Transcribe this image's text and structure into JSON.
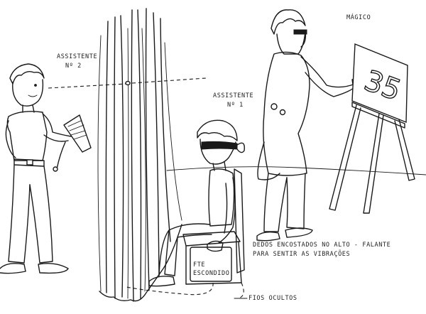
{
  "labels": {
    "magico": "MÁGICO",
    "assistente2_line1": "ASSISTENTE",
    "assistente2_line2": "Nº 2",
    "assistente1_line1": "ASSISTENTE",
    "assistente1_line2": "Nº 1",
    "dedos_line1": "DEDOS  ENCOSTADOS   NO  ALTO - FALANTE",
    "dedos_line2": "PARA  SENTIR  AS VIBRAÇÕES",
    "fte_line1": "FTE",
    "fte_line2": "ESCONDIDO",
    "fios": "FIOS  OCULTOS"
  },
  "board_number": "35"
}
